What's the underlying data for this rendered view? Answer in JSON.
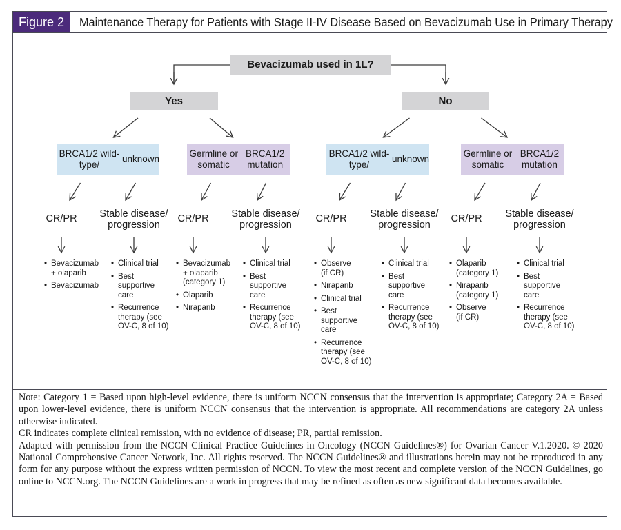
{
  "figure": {
    "label": "Figure 2",
    "title": "Maintenance Therapy for Patients with Stage II-IV Disease Based on Bevacizumab Use in Primary Therapy"
  },
  "flow": {
    "root": "Bevacizumab used in 1L?",
    "branches": [
      {
        "label": "Yes",
        "groups": [
          {
            "label": [
              "BRCA1/2 wild-type/",
              "unknown"
            ],
            "cr_label": "CR/PR",
            "stable_label": [
              "Stable disease/",
              "progression"
            ],
            "cr_items": [
              [
                "Bevacizumab",
                "+ olaparib"
              ],
              [
                "Bevacizumab"
              ]
            ],
            "stable_items": [
              [
                "Clinical trial"
              ],
              [
                "Best",
                "supportive",
                "care"
              ],
              [
                "Recurrence",
                "therapy (see",
                "OV-C, 8 of 10)"
              ]
            ]
          },
          {
            "label": [
              "Germline or somatic",
              "BRCA1/2 mutation"
            ],
            "cr_label": "CR/PR",
            "stable_label": [
              "Stable disease/",
              "progression"
            ],
            "cr_items": [
              [
                "Bevacizumab",
                "+ olaparib",
                "(category 1)"
              ],
              [
                "Olaparib"
              ],
              [
                "Niraparib"
              ]
            ],
            "stable_items": [
              [
                "Clinical trial"
              ],
              [
                "Best",
                "supportive",
                "care"
              ],
              [
                "Recurrence",
                "therapy (see",
                "OV-C, 8 of 10)"
              ]
            ]
          }
        ]
      },
      {
        "label": "No",
        "groups": [
          {
            "label": [
              "BRCA1/2 wild-type/",
              "unknown"
            ],
            "cr_label": "CR/PR",
            "stable_label": [
              "Stable disease/",
              "progression"
            ],
            "cr_items": [
              [
                "Observe",
                "(if CR)"
              ],
              [
                "Niraparib"
              ],
              [
                "Clinical trial"
              ],
              [
                "Best",
                "supportive",
                "care"
              ],
              [
                "Recurrence",
                "therapy (see",
                "OV-C, 8 of 10)"
              ]
            ],
            "stable_items": [
              [
                "Clinical trial"
              ],
              [
                "Best",
                "supportive",
                "care"
              ],
              [
                "Recurrence",
                "therapy (see",
                "OV-C, 8 of 10)"
              ]
            ]
          },
          {
            "label": [
              "Germline or somatic",
              "BRCA1/2 mutation"
            ],
            "cr_label": "CR/PR",
            "stable_label": [
              "Stable disease/",
              "progression"
            ],
            "cr_items": [
              [
                "Olaparib",
                "(category 1)"
              ],
              [
                "Niraparib",
                "(category 1)"
              ],
              [
                "Observe",
                "(if CR)"
              ]
            ],
            "stable_items": [
              [
                "Clinical trial"
              ],
              [
                "Best",
                "supportive",
                "care"
              ],
              [
                "Recurrence",
                "therapy (see",
                "OV-C, 8 of 10)"
              ]
            ]
          }
        ]
      }
    ]
  },
  "notes": [
    "Note: Category 1 = Based upon high-level evidence, there is uniform NCCN consensus that the intervention is appropriate; Category 2A = Based upon lower-level evidence, there is uniform NCCN consensus that the intervention is appropriate. All recommendations are category 2A unless otherwise indicated.",
    "CR indicates complete clinical remission, with no evidence of disease; PR, partial remission.",
    "Adapted with permission from the NCCN Clinical Practice Guidelines in Oncology (NCCN Guidelines®) for Ovarian Cancer V.1.2020. © 2020 National Comprehensive Cancer Network, Inc. All rights reserved. The NCCN Guidelines® and illustrations herein may not be reproduced in any form for any purpose without the express written permission of NCCN. To view the most recent and complete version of the NCCN Guidelines, go online to NCCN.org. The NCCN Guidelines are a work in progress that may be refined as often as new significant data becomes available."
  ],
  "colors": {
    "figure_label_bg": "#4b2a7b",
    "decision_box": "#d4d4d6",
    "wildtype_box": "#cfe4f2",
    "mutation_box": "#d7cde6",
    "border": "#4a4a55"
  }
}
